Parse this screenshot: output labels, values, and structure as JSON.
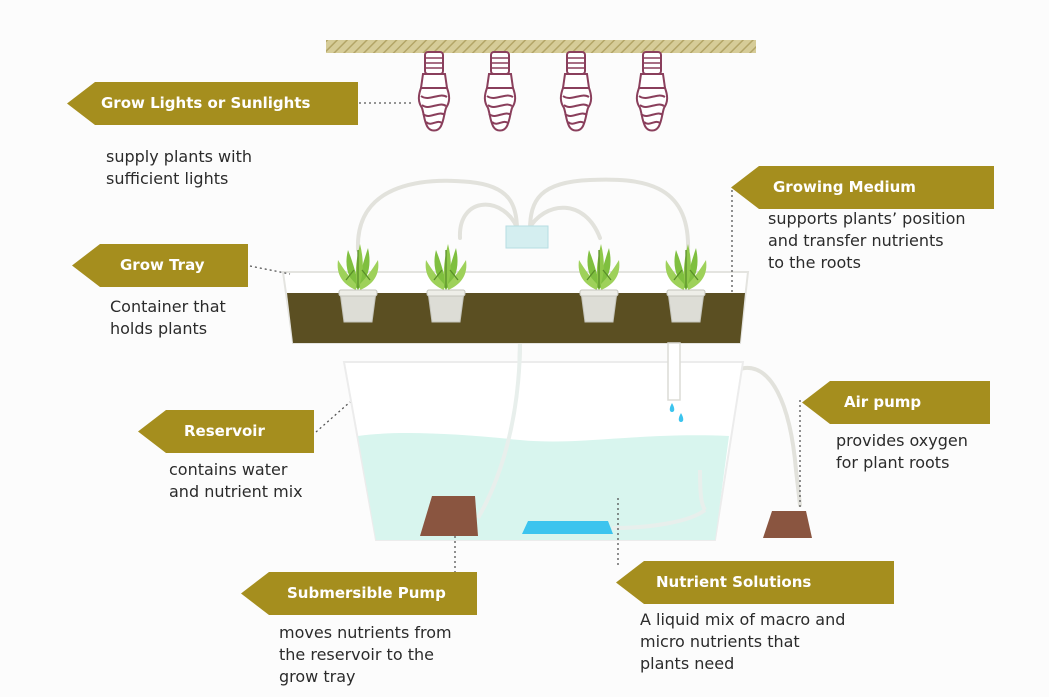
{
  "colors": {
    "label_bg": "#a58e1e",
    "label_text": "#ffffff",
    "body_text": "#2b2b2b",
    "growing_medium": "#5b4f22",
    "water": "#d8f5ee",
    "pump": "#8a5540",
    "nutrient_dispenser": "#3cc4ee",
    "ceiling": "#c8bd86"
  },
  "labels": {
    "grow_lights": {
      "title": "Grow Lights or Sunlights",
      "description": "supply plants with\nsufficient lights"
    },
    "growing_medium": {
      "title": "Growing Medium",
      "description": "supports plants’ position\nand transfer nutrients\nto the roots"
    },
    "grow_tray": {
      "title": "Grow Tray",
      "description": "Container that\nholds plants"
    },
    "reservoir": {
      "title": "Reservoir",
      "description": "contains water\nand nutrient mix"
    },
    "air_pump": {
      "title": "Air pump",
      "description": "provides oxygen\nfor plant roots"
    },
    "submersible_pump": {
      "title": "Submersible Pump",
      "description": "moves nutrients from\nthe reservoir to the\ngrow tray"
    },
    "nutrient_solutions": {
      "title": "Nutrient Solutions",
      "description": "A liquid mix of macro and\nmicro nutrients that\nplants need"
    }
  },
  "icons": [
    "light-bulb-icon",
    "plant-icon",
    "pot-icon",
    "pump-icon",
    "water-drop-icon"
  ]
}
